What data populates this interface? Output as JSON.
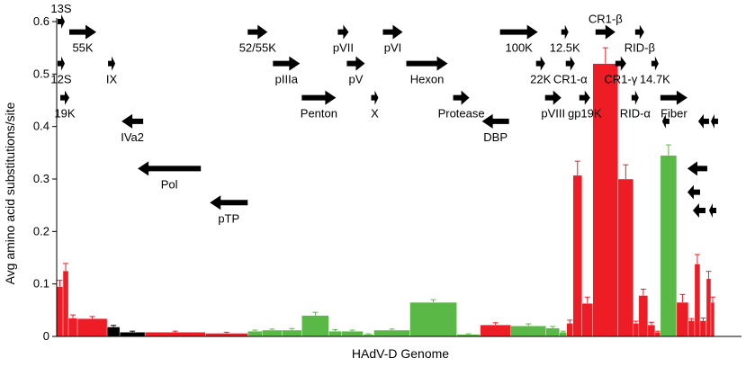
{
  "chart_data": {
    "type": "bar",
    "title": "",
    "xlabel": "HAdV-D Genome",
    "ylabel": "Avg amino acid substitutions/site",
    "ylim": [
      0,
      0.6
    ],
    "yticks": [
      "0",
      "0.1",
      "0.2",
      "0.3",
      "0.4",
      "0.5",
      "0.6"
    ],
    "colors": {
      "red": "#ee1c25",
      "green": "#5ab946",
      "black": "#000000"
    },
    "genome_length": 760,
    "bars": [
      {
        "start": 0,
        "end": 7,
        "value": 0.095,
        "error": 0.012,
        "color": "red"
      },
      {
        "start": 7,
        "end": 13,
        "value": 0.125,
        "error": 0.014,
        "color": "red"
      },
      {
        "start": 13,
        "end": 23,
        "value": 0.035,
        "error": 0.006,
        "color": "red"
      },
      {
        "start": 23,
        "end": 56,
        "value": 0.034,
        "error": 0.004,
        "color": "red"
      },
      {
        "start": 56,
        "end": 70,
        "value": 0.018,
        "error": 0.003,
        "color": "black"
      },
      {
        "start": 70,
        "end": 98,
        "value": 0.008,
        "error": 0.002,
        "color": "black"
      },
      {
        "start": 98,
        "end": 165,
        "value": 0.008,
        "error": 0.002,
        "color": "red"
      },
      {
        "start": 165,
        "end": 212,
        "value": 0.006,
        "error": 0.002,
        "color": "red"
      },
      {
        "start": 212,
        "end": 228,
        "value": 0.01,
        "error": 0.002,
        "color": "green"
      },
      {
        "start": 228,
        "end": 250,
        "value": 0.012,
        "error": 0.002,
        "color": "green"
      },
      {
        "start": 250,
        "end": 272,
        "value": 0.012,
        "error": 0.003,
        "color": "green"
      },
      {
        "start": 272,
        "end": 302,
        "value": 0.04,
        "error": 0.006,
        "color": "green"
      },
      {
        "start": 302,
        "end": 316,
        "value": 0.01,
        "error": 0.003,
        "color": "green"
      },
      {
        "start": 316,
        "end": 340,
        "value": 0.01,
        "error": 0.002,
        "color": "green"
      },
      {
        "start": 340,
        "end": 352,
        "value": 0.004,
        "error": 0.001,
        "color": "green"
      },
      {
        "start": 352,
        "end": 392,
        "value": 0.012,
        "error": 0.002,
        "color": "green"
      },
      {
        "start": 392,
        "end": 444,
        "value": 0.065,
        "error": 0.005,
        "color": "green"
      },
      {
        "start": 444,
        "end": 470,
        "value": 0.004,
        "error": 0.001,
        "color": "green"
      },
      {
        "start": 470,
        "end": 504,
        "value": 0.022,
        "error": 0.004,
        "color": "red"
      },
      {
        "start": 504,
        "end": 543,
        "value": 0.02,
        "error": 0.004,
        "color": "green"
      },
      {
        "start": 543,
        "end": 558,
        "value": 0.016,
        "error": 0.003,
        "color": "green"
      },
      {
        "start": 558,
        "end": 566,
        "value": 0.008,
        "error": 0.002,
        "color": "green"
      },
      {
        "start": 566,
        "end": 573,
        "value": 0.025,
        "error": 0.006,
        "color": "red"
      },
      {
        "start": 573,
        "end": 583,
        "value": 0.307,
        "error": 0.027,
        "color": "red"
      },
      {
        "start": 583,
        "end": 595,
        "value": 0.063,
        "error": 0.012,
        "color": "red"
      },
      {
        "start": 595,
        "end": 623,
        "value": 0.52,
        "error": 0.03,
        "color": "red"
      },
      {
        "start": 623,
        "end": 640,
        "value": 0.3,
        "error": 0.027,
        "color": "red"
      },
      {
        "start": 640,
        "end": 646,
        "value": 0.025,
        "error": 0.004,
        "color": "red"
      },
      {
        "start": 646,
        "end": 656,
        "value": 0.078,
        "error": 0.012,
        "color": "red"
      },
      {
        "start": 656,
        "end": 664,
        "value": 0.022,
        "error": 0.005,
        "color": "red"
      },
      {
        "start": 664,
        "end": 670,
        "value": 0.008,
        "error": 0.002,
        "color": "red"
      },
      {
        "start": 670,
        "end": 688,
        "value": 0.345,
        "error": 0.02,
        "color": "green"
      },
      {
        "start": 688,
        "end": 701,
        "value": 0.065,
        "error": 0.015,
        "color": "red"
      },
      {
        "start": 701,
        "end": 708,
        "value": 0.03,
        "error": 0.004,
        "color": "red"
      },
      {
        "start": 708,
        "end": 714,
        "value": 0.138,
        "error": 0.018,
        "color": "red"
      },
      {
        "start": 714,
        "end": 721,
        "value": 0.03,
        "error": 0.005,
        "color": "red"
      },
      {
        "start": 721,
        "end": 726,
        "value": 0.11,
        "error": 0.014,
        "color": "red"
      },
      {
        "start": 726,
        "end": 730,
        "value": 0.065,
        "error": 0.01,
        "color": "red"
      }
    ],
    "genes": [
      {
        "label": "13S",
        "pos": 1,
        "y": 0.6,
        "dir": "right",
        "len": 8,
        "label_pos": "above"
      },
      {
        "label": "55K",
        "pos": 14,
        "y": 0.58,
        "dir": "right",
        "len": 30,
        "label_pos": "below"
      },
      {
        "label": "12S",
        "pos": 1,
        "y": 0.52,
        "dir": "right",
        "len": 6,
        "label_pos": "below"
      },
      {
        "label": "IX",
        "pos": 57,
        "y": 0.52,
        "dir": "right",
        "len": 8,
        "label_pos": "below"
      },
      {
        "label": "19K",
        "pos": 4,
        "y": 0.455,
        "dir": "right",
        "len": 10,
        "label_pos": "below"
      },
      {
        "label": "IVa2",
        "pos": 72,
        "y": 0.41,
        "dir": "left",
        "len": 24,
        "label_pos": "below"
      },
      {
        "label": "Pol",
        "pos": 90,
        "y": 0.32,
        "dir": "left",
        "len": 70,
        "label_pos": "below"
      },
      {
        "label": "pTP",
        "pos": 170,
        "y": 0.255,
        "dir": "left",
        "len": 42,
        "label_pos": "below"
      },
      {
        "label": "52/55K",
        "pos": 212,
        "y": 0.58,
        "dir": "right",
        "len": 22,
        "label_pos": "below"
      },
      {
        "label": "pIIIa",
        "pos": 240,
        "y": 0.52,
        "dir": "right",
        "len": 30,
        "label_pos": "below"
      },
      {
        "label": "Penton",
        "pos": 272,
        "y": 0.455,
        "dir": "right",
        "len": 38,
        "label_pos": "below"
      },
      {
        "label": "pVII",
        "pos": 312,
        "y": 0.58,
        "dir": "right",
        "len": 12,
        "label_pos": "below"
      },
      {
        "label": "pV",
        "pos": 322,
        "y": 0.52,
        "dir": "right",
        "len": 20,
        "label_pos": "below"
      },
      {
        "label": "X",
        "pos": 349,
        "y": 0.455,
        "dir": "right",
        "len": 6,
        "label_pos": "below"
      },
      {
        "label": "pVI",
        "pos": 362,
        "y": 0.58,
        "dir": "right",
        "len": 22,
        "label_pos": "below"
      },
      {
        "label": "Hexon",
        "pos": 388,
        "y": 0.52,
        "dir": "right",
        "len": 46,
        "label_pos": "below"
      },
      {
        "label": "Protease",
        "pos": 440,
        "y": 0.455,
        "dir": "right",
        "len": 18,
        "label_pos": "below"
      },
      {
        "label": "DBP",
        "pos": 472,
        "y": 0.41,
        "dir": "left",
        "len": 30,
        "label_pos": "below"
      },
      {
        "label": "100K",
        "pos": 492,
        "y": 0.58,
        "dir": "right",
        "len": 42,
        "label_pos": "below"
      },
      {
        "label": "22K",
        "pos": 532,
        "y": 0.52,
        "dir": "right",
        "len": 10,
        "label_pos": "below"
      },
      {
        "label": "pVIII",
        "pos": 542,
        "y": 0.455,
        "dir": "right",
        "len": 18,
        "label_pos": "below"
      },
      {
        "label": "12.5K",
        "pos": 560,
        "y": 0.58,
        "dir": "right",
        "len": 8,
        "label_pos": "below"
      },
      {
        "label": "CR1-α",
        "pos": 565,
        "y": 0.52,
        "dir": "right",
        "len": 10,
        "label_pos": "below"
      },
      {
        "label": "gp19K",
        "pos": 580,
        "y": 0.455,
        "dir": "right",
        "len": 12,
        "label_pos": "below"
      },
      {
        "label": "CR1-β",
        "pos": 598,
        "y": 0.58,
        "dir": "right",
        "len": 22,
        "label_pos": "above"
      },
      {
        "label": "CR1-γ",
        "pos": 620,
        "y": 0.52,
        "dir": "right",
        "len": 12,
        "label_pos": "below"
      },
      {
        "label": "RID-β",
        "pos": 642,
        "y": 0.58,
        "dir": "right",
        "len": 10,
        "label_pos": "below"
      },
      {
        "label": "14.7K",
        "pos": 660,
        "y": 0.52,
        "dir": "right",
        "len": 6,
        "label_pos": "below"
      },
      {
        "label": "RID-α",
        "pos": 638,
        "y": 0.455,
        "dir": "right",
        "len": 6,
        "label_pos": "below"
      },
      {
        "label": "Fiber",
        "pos": 670,
        "y": 0.455,
        "dir": "right",
        "len": 30,
        "label_pos": "below"
      },
      {
        "label": "",
        "pos": 672,
        "y": 0.41,
        "dir": "left",
        "len": 4,
        "label_pos": "none"
      },
      {
        "label": "",
        "pos": 712,
        "y": 0.41,
        "dir": "left",
        "len": 12,
        "label_pos": "none"
      },
      {
        "label": "",
        "pos": 726,
        "y": 0.41,
        "dir": "left",
        "len": 8,
        "label_pos": "none"
      },
      {
        "label": "",
        "pos": 700,
        "y": 0.32,
        "dir": "left",
        "len": 22,
        "label_pos": "none"
      },
      {
        "label": "",
        "pos": 700,
        "y": 0.275,
        "dir": "left",
        "len": 14,
        "label_pos": "none"
      },
      {
        "label": "",
        "pos": 706,
        "y": 0.24,
        "dir": "left",
        "len": 14,
        "label_pos": "none"
      },
      {
        "label": "",
        "pos": 724,
        "y": 0.24,
        "dir": "left",
        "len": 8,
        "label_pos": "none"
      }
    ]
  }
}
